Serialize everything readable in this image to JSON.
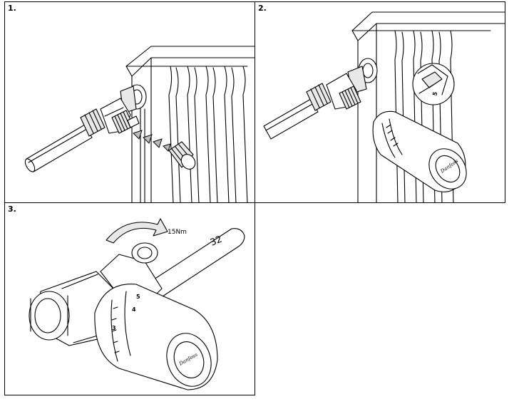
{
  "steps": [
    {
      "label": "1."
    },
    {
      "label": "2.",
      "detail_mark": "5"
    },
    {
      "label": "3.",
      "torque": "15Nm",
      "wrench_size": "32",
      "scale_marks": [
        "3",
        "4",
        "5"
      ]
    }
  ],
  "brand_wordmark": "Danfoss"
}
